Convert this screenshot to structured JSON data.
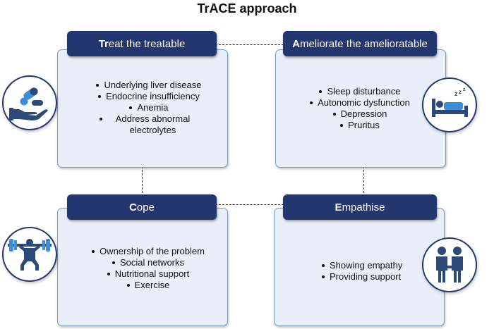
{
  "title": "TrACE approach",
  "colors": {
    "tab": "#24366f",
    "panel": "#e9eff8",
    "panel_border": "#7f97c2",
    "icon_blue": "#3c8ed6",
    "icon_dark": "#2c4a78"
  },
  "panels": {
    "treat": {
      "heading_initial": "Tr",
      "heading_rest": "eat the treatable",
      "icon": "hand-pills-icon",
      "items": [
        "Underlying liver disease",
        "Endocrine insufficiency",
        "Anemia",
        "Address abnormal electrolytes"
      ]
    },
    "ameliorate": {
      "heading_initial": "A",
      "heading_rest": "meliorate the amelioratable",
      "icon": "sleeping-bed-icon",
      "items": [
        "Sleep disturbance",
        "Autonomic dysfunction",
        "Depression",
        "Pruritus"
      ]
    },
    "cope": {
      "heading_initial": "C",
      "heading_rest": "ope",
      "icon": "weightlifter-icon",
      "items": [
        "Ownership of the problem",
        "Social networks",
        "Nutritional support",
        "Exercise"
      ]
    },
    "empathise": {
      "heading_initial": "E",
      "heading_rest": "mpathise",
      "icon": "two-people-holding-hands-icon",
      "items": [
        "Showing empathy",
        "Providing support"
      ]
    }
  }
}
